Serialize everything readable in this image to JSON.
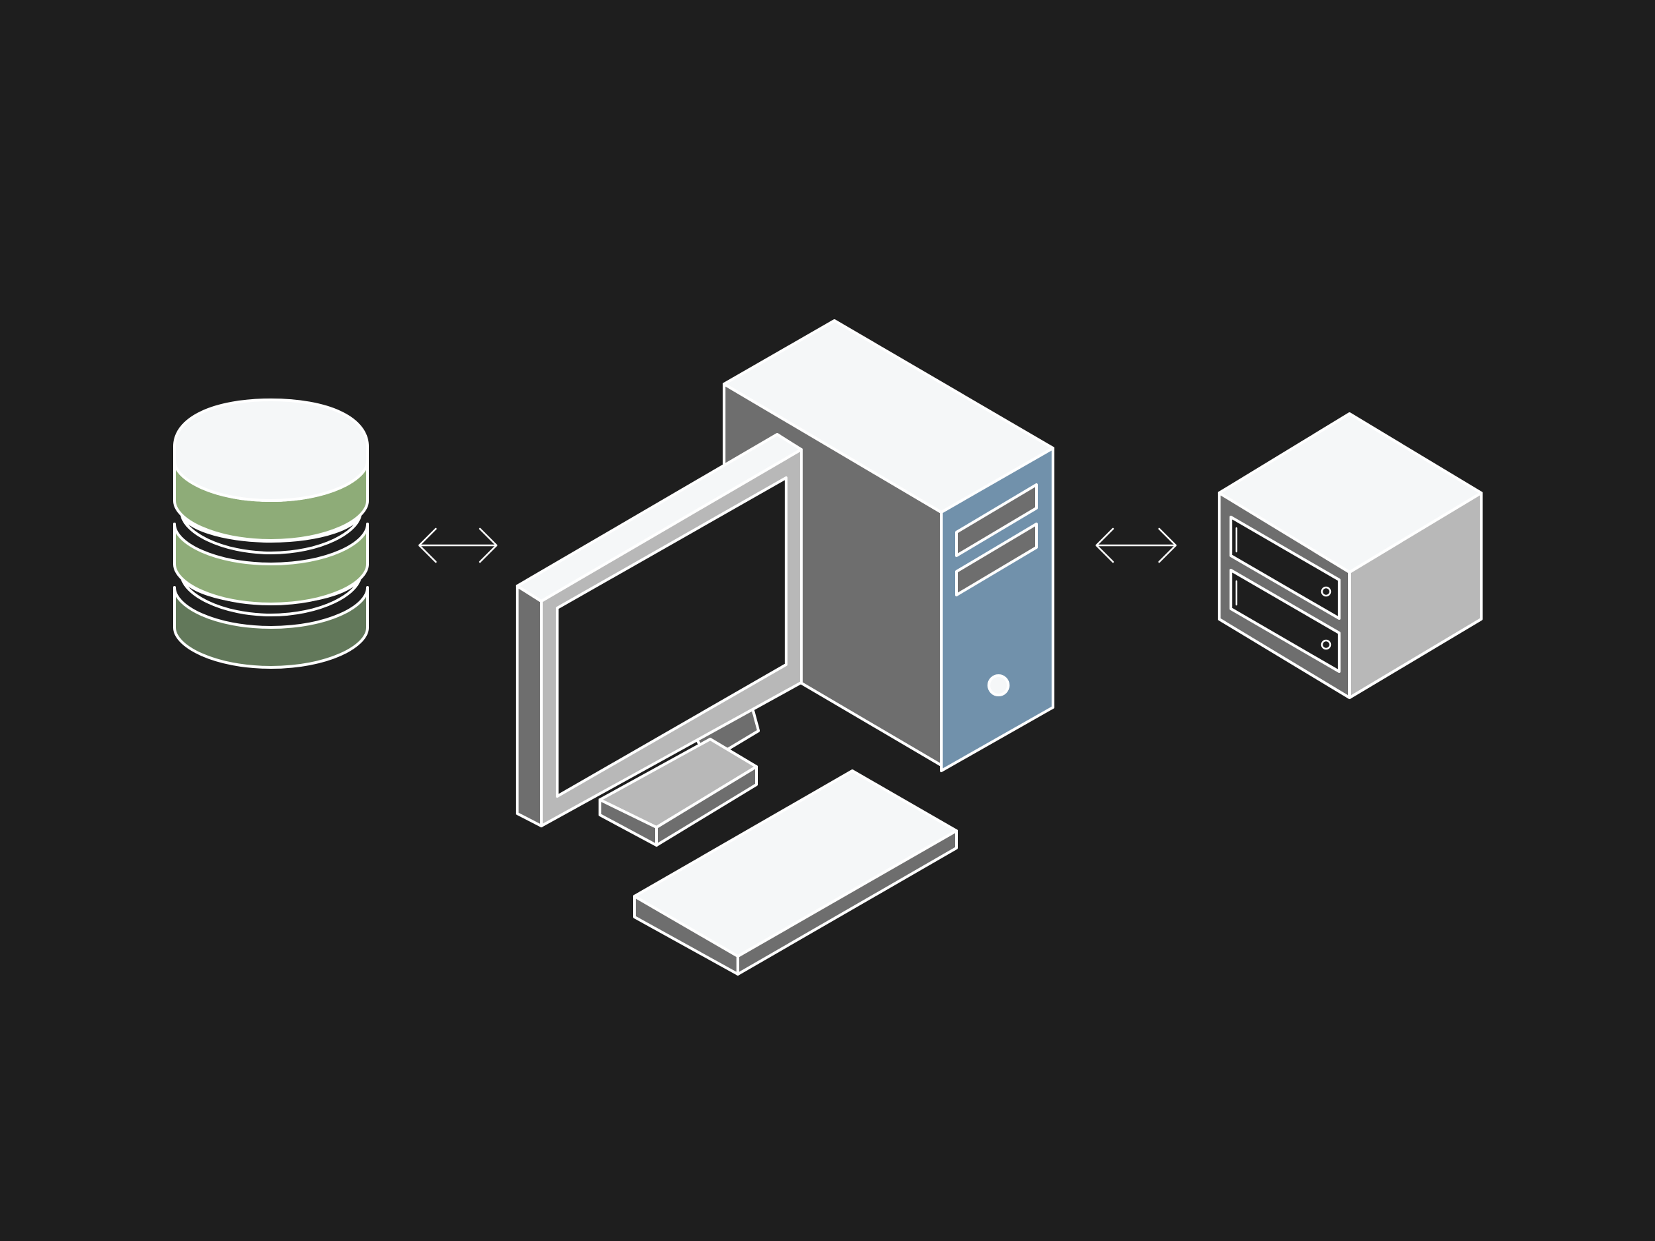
{
  "canvas": {
    "background": "#1e1e1e"
  },
  "colors": {
    "outline": "#ffffff",
    "surface_light": "#f5f7f8",
    "surface_gray": "#b8b8b8",
    "surface_dark": "#6e6e6e",
    "tower_front": "#7191ab",
    "db_green": "#8eac78",
    "db_green_dark": "#62785a",
    "slot_dark": "#1e1e1e"
  },
  "diagram": {
    "nodes": [
      {
        "id": "database",
        "icon": "database-icon",
        "label": ""
      },
      {
        "id": "workstation",
        "icon": "desktop-computer-icon",
        "label": ""
      },
      {
        "id": "server",
        "icon": "server-icon",
        "label": ""
      }
    ],
    "edges": [
      {
        "from": "database",
        "to": "workstation",
        "style": "bidirectional-arrow"
      },
      {
        "from": "workstation",
        "to": "server",
        "style": "bidirectional-arrow"
      }
    ]
  }
}
